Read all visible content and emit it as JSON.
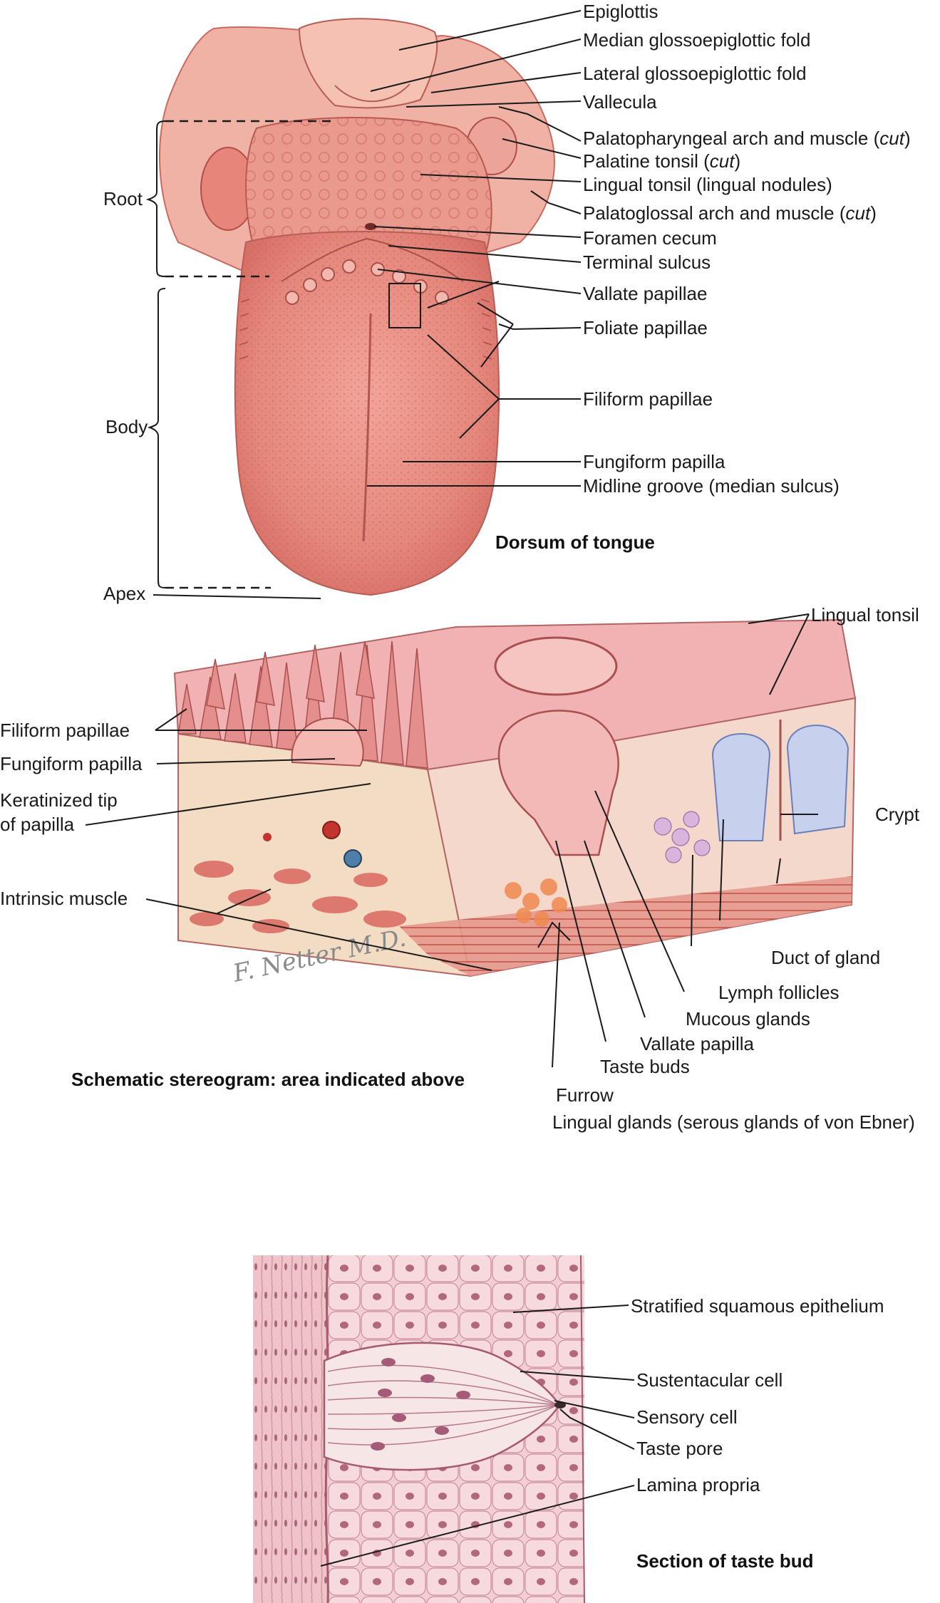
{
  "dorsum": {
    "caption": "Dorsum of tongue",
    "regions": {
      "root": "Root",
      "body": "Body",
      "apex": "Apex"
    },
    "labels": [
      "Epiglottis",
      "Median glossoepiglottic fold",
      "Lateral glossoepiglottic fold",
      "Vallecula",
      "Palatopharyngeal arch and muscle",
      "Palatine tonsil",
      "Lingual tonsil (lingual nodules)",
      "Palatoglossal arch and muscle",
      "Foramen cecum",
      "Terminal sulcus",
      "Vallate papillae",
      "Foliate papillae",
      "Filiform papillae",
      "Fungiform papilla",
      "Midline groove (median sulcus)"
    ],
    "cut_suffix": "cut"
  },
  "stereogram": {
    "caption": "Schematic stereogram: area indicated above",
    "left_labels": [
      "Filiform papillae",
      "Fungiform papilla",
      "Keratinized tip",
      "of papilla",
      "Intrinsic muscle"
    ],
    "right_labels": [
      "Lingual tonsil",
      "Crypt",
      "Duct of gland",
      "Lymph follicles",
      "Mucous glands",
      "Vallate papilla",
      "Taste buds",
      "Furrow",
      "Lingual glands (serous glands of von Ebner)"
    ],
    "signature": "F. Netter M.D."
  },
  "taste_bud": {
    "caption": "Section of taste bud",
    "labels": [
      "Stratified squamous epithelium",
      "Sustentacular cell",
      "Sensory cell",
      "Taste pore",
      "Lamina propria"
    ]
  }
}
